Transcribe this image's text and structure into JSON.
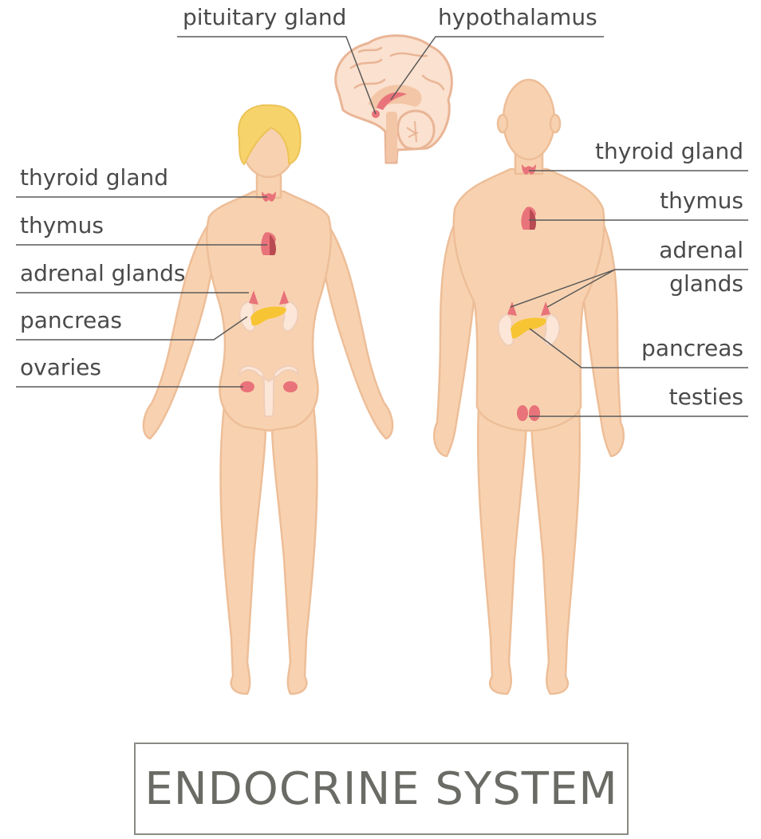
{
  "title": "ENDOCRINE SYSTEM",
  "labels": {
    "pituitary": "pituitary gland",
    "hypothalamus": "hypothalamus",
    "female": {
      "thyroid": "thyroid gland",
      "thymus": "thymus",
      "adrenal": "adrenal glands",
      "pancreas": "pancreas",
      "ovaries": "ovaries"
    },
    "male": {
      "thyroid": "thyroid gland",
      "thymus": "thymus",
      "adrenal_line1": "adrenal",
      "adrenal_line2": "glands",
      "pancreas": "pancreas",
      "testies": "testies"
    }
  },
  "colors": {
    "skin": "#f8d2b0",
    "skin_outline": "#edbe98",
    "hair": "#f7d36b",
    "gland": "#e9737a",
    "gland_dark": "#b84a52",
    "pancreas": "#f7c534",
    "kidney": "#fbe6d8",
    "brain": "#fbe1cf",
    "brain_line": "#e9b596",
    "leader_line": "#5a5a5a",
    "text": "#4a4a4a"
  }
}
